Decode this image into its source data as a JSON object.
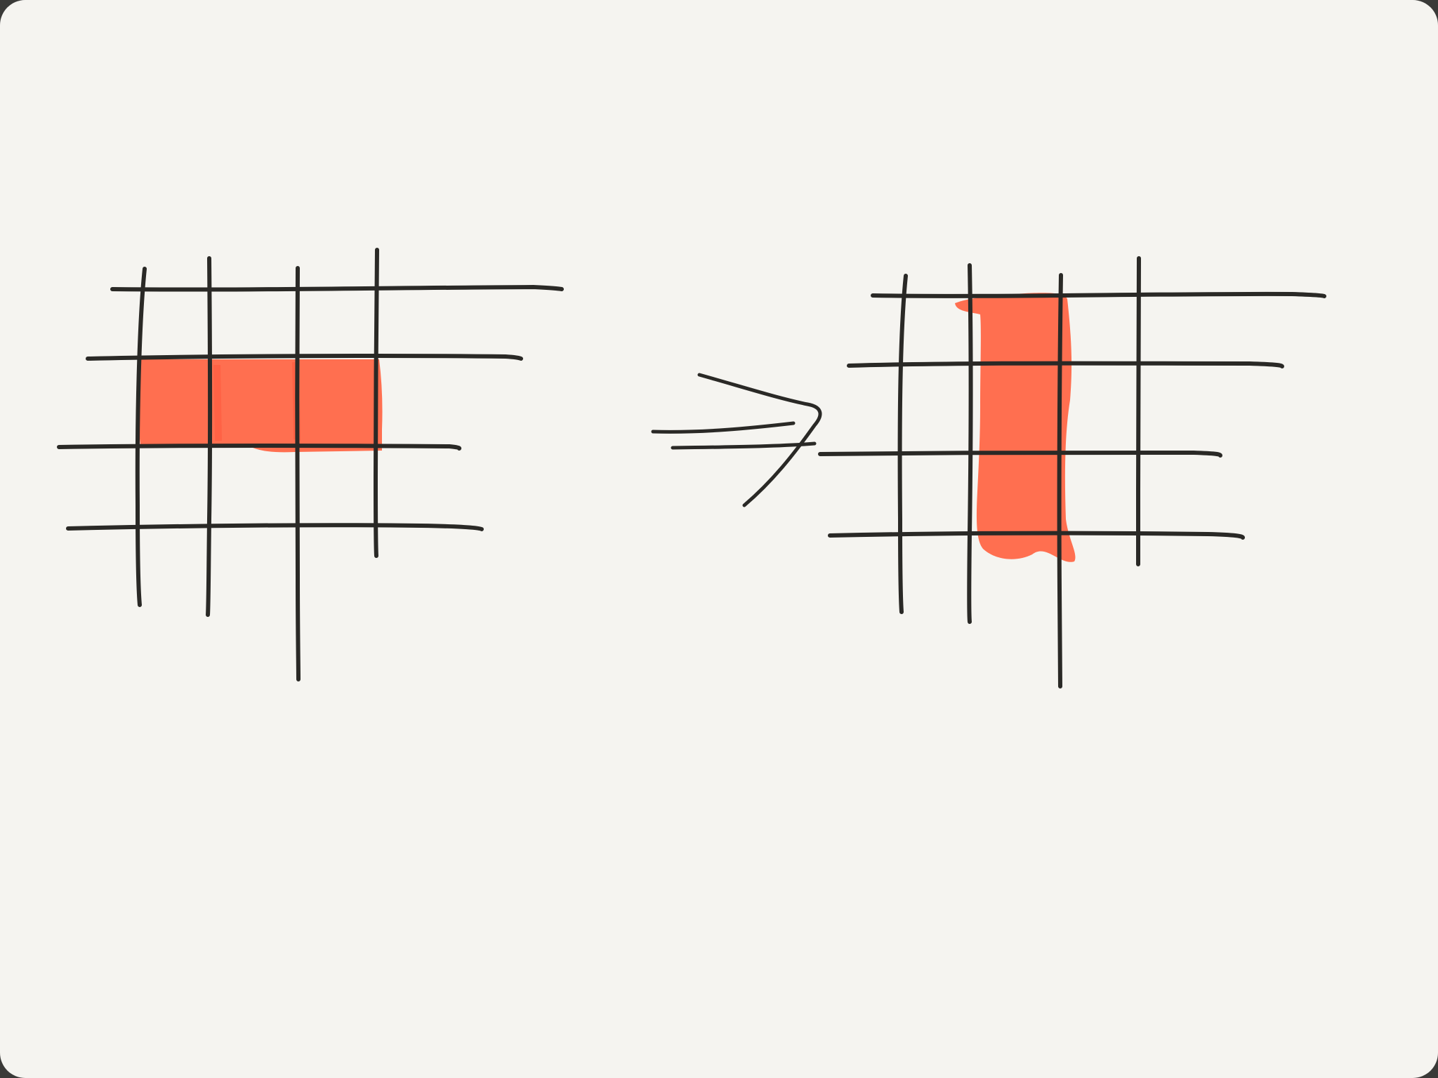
{
  "colors": {
    "paper": "#f5f4f0",
    "ink": "#2a2926",
    "highlight": "#ff6a4a"
  },
  "diagram": {
    "grids": [
      {
        "name": "left-grid",
        "highlight": "row",
        "columns": 4,
        "rows": 4
      },
      {
        "name": "right-grid",
        "highlight": "column",
        "columns": 4,
        "rows": 4
      }
    ],
    "connector": "implies-arrow-icon"
  }
}
